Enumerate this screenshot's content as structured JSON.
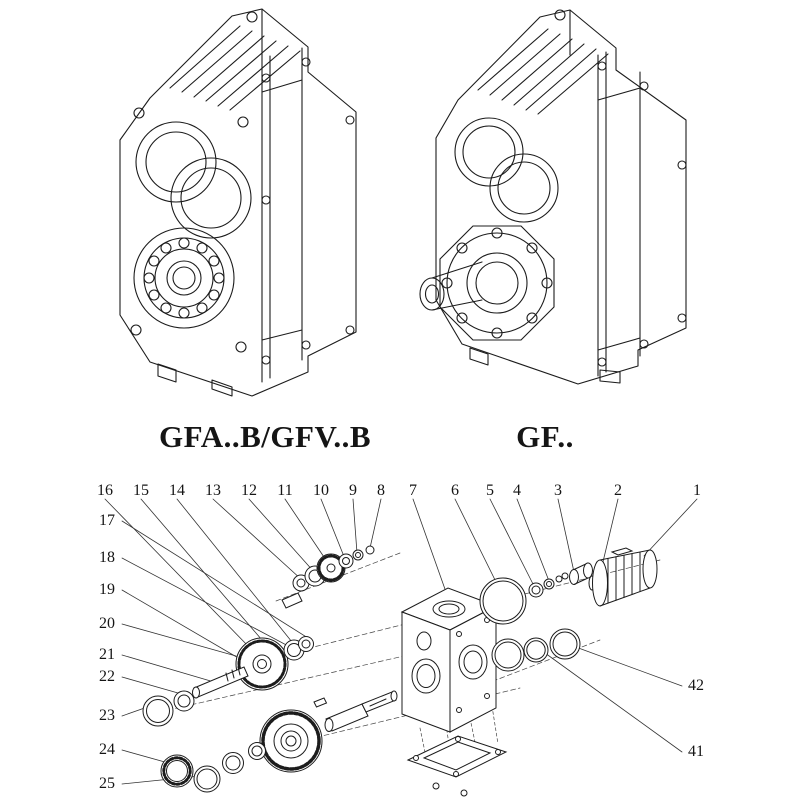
{
  "colors": {
    "ink": "#1c1c1c",
    "background": "#ffffff"
  },
  "labels": {
    "left_model": "GFA..B/GFV..B",
    "right_model": "GF.."
  },
  "exploded": {
    "top_numbers": [
      "16",
      "15",
      "14",
      "13",
      "12",
      "11",
      "10",
      "9",
      "8",
      "7",
      "6",
      "5",
      "4",
      "3",
      "2",
      "1"
    ],
    "left_numbers": [
      "17",
      "18",
      "19",
      "20",
      "21",
      "22",
      "23",
      "24",
      "25"
    ],
    "right_numbers": [
      "42",
      "41"
    ]
  }
}
